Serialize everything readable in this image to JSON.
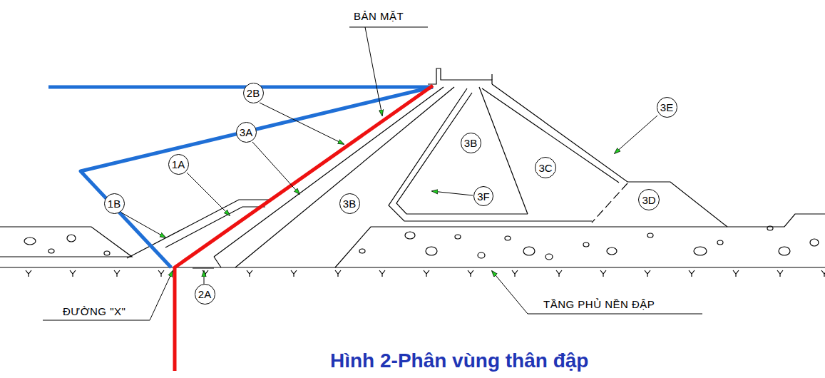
{
  "diagram": {
    "caption": "Hình 2-Phân vùng thân đập",
    "nodes": [
      {
        "text": [
          "2B"
        ]
      },
      {
        "text": [
          "3E"
        ]
      },
      {
        "text": [
          "3A"
        ]
      },
      {
        "text": [
          "3B"
        ]
      },
      {
        "text": [
          "1A"
        ]
      },
      {
        "text": [
          "3C"
        ]
      },
      {
        "text": [
          "1B"
        ]
      },
      {
        "text": [
          "3F"
        ]
      },
      {
        "text": [
          "3B"
        ]
      },
      {
        "text": [
          "3D"
        ]
      },
      {
        "text": [
          "2A"
        ]
      }
    ],
    "labels": [
      "BẢN MẶT",
      "ĐƯỜNG \"X\"",
      "TẦNG PHỦ NỀN ĐẬP"
    ]
  }
}
